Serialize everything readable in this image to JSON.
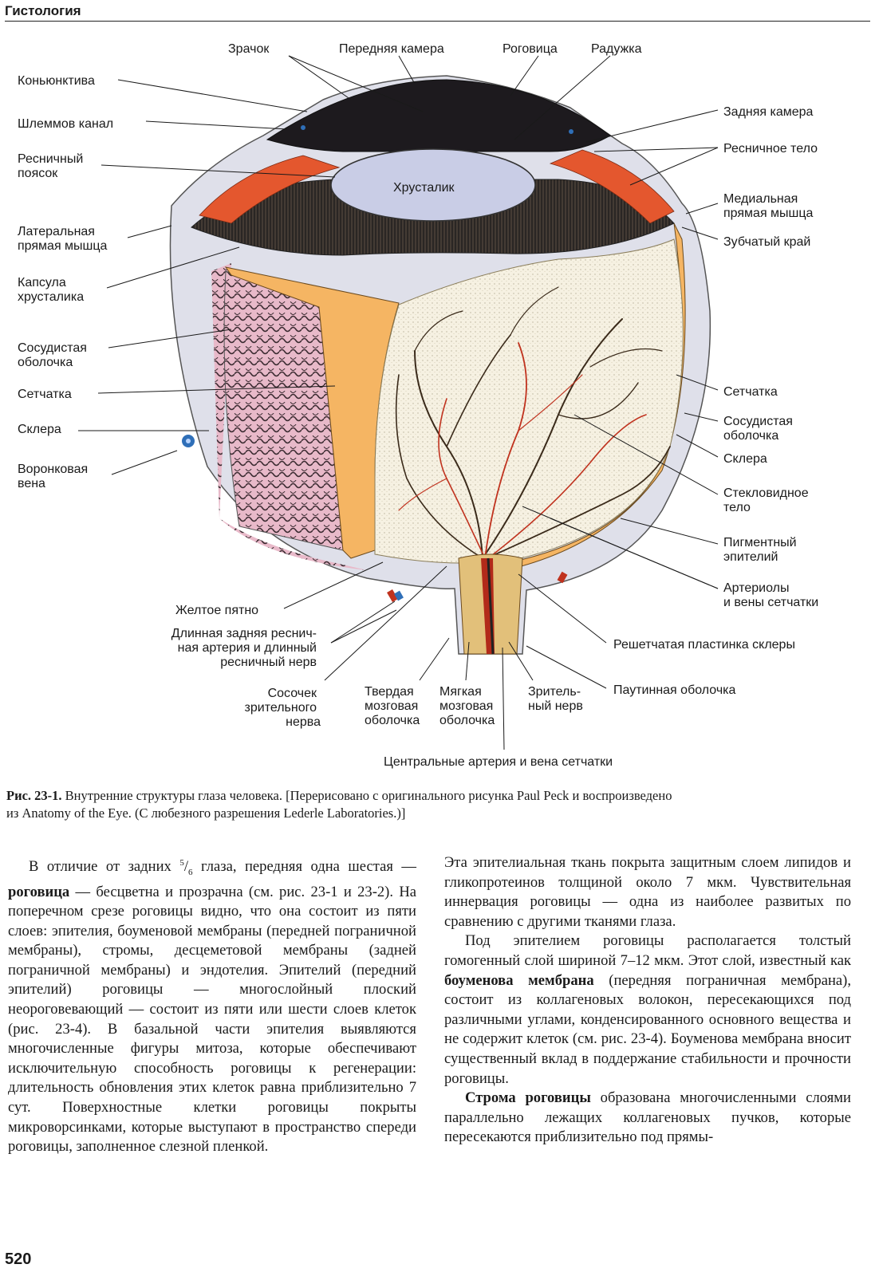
{
  "header": {
    "section": "Гистология"
  },
  "figure": {
    "labels": {
      "zrachok": "Зрачок",
      "perednyaya_kamera": "Передняя камера",
      "rogovitsa": "Роговица",
      "raduzhka": "Радужка",
      "konyunktiva": "Коньюнктива",
      "shlemmov_kanal": "Шлеммов канал",
      "resnichny_1": "Ресничный",
      "resnichny_2": "поясок",
      "khrustalik": "Хрусталик",
      "zadnyaya_kamera": "Задняя камера",
      "resnichnoe_telo": "Ресничное тело",
      "medialnaya_1": "Медиальная",
      "medialnaya_2": "прямая мышца",
      "lateralnaya_1": "Латеральная",
      "lateralnaya_2": "прямая мышца",
      "zubchaty_kray": "Зубчатый край",
      "kapsula_1": "Капсула",
      "kapsula_2": "хрусталика",
      "sosudistaya_l1": "Сосудистая",
      "sosudistaya_l2": "оболочка",
      "setchatka_l": "Сетчатка",
      "sklera_l": "Склера",
      "voronkovaya_1": "Воронковая",
      "voronkovaya_2": "вена",
      "setchatka_r": "Сетчатка",
      "sosudistaya_r1": "Сосудистая",
      "sosudistaya_r2": "оболочка",
      "sklera_r": "Склера",
      "steklovidnoe_1": "Стекловидное",
      "steklovidnoe_2": "тело",
      "pigmentny_1": "Пигментный",
      "pigmentny_2": "эпителий",
      "arteriol_1": "Артериолы",
      "arteriol_2": "и вены сетчатки",
      "zheltoe_pyatno": "Желтое пятно",
      "dlinnaya_1": "Длинная задняя реснич-",
      "dlinnaya_2": "ная артерия и длинный",
      "dlinnaya_3": "ресничный нерв",
      "reshetchataya": "Решетчатая пластинка склеры",
      "sosochek_1": "Сосочек",
      "sosochek_2": "зрительного",
      "sosochek_3": "нерва",
      "tverdaya_1": "Твердая",
      "tverdaya_2": "мозговая",
      "tverdaya_3": "оболочка",
      "myagkaya_1": "Мягкая",
      "myagkaya_2": "мозговая",
      "myagkaya_3": "оболочка",
      "zritelny_1": "Зритель-",
      "zritelny_2": "ный нерв",
      "pautinnaya": "Паутинная оболочка",
      "centralnye": "Центральные артерия и вена сетчатки"
    }
  },
  "caption": {
    "prefix": "Рис. 23-1.",
    "line1": " Внутренние структуры глаза человека. [Перерисовано с оригинального рисунка Paul Peck и воспроизведено",
    "line2": "из Anatomy of the Eye. (С любезного разрешения Lederle Laboratories.)]"
  },
  "left_column": {
    "p1_a": "В отличие от задних ",
    "frac_num": "5",
    "frac_den": "6",
    "p1_b": " глаза, передняя одна шестая — ",
    "term_rogovitsa": "роговица",
    "p1_c": " — бесцветна и прозрачна (см. рис. 23-1 и 23-2). На поперечном срезе роговицы видно, что она состоит из пяти слоев: эпителия, боуменовой мембраны (передней пограничной мембраны), стромы, десцеметовой мембраны (задней пограничной мембраны) и эндотелия. Эпителий (передний эпителий) роговицы — многослойный плоский неороговевающий — состоит из пяти или шести слоев клеток (рис. 23-4). В базальной части эпителия выявляются многочисленные фигуры митоза, которые обеспечивают исключительную способность роговицы к регенерации: длительность обновления этих клеток равна приблизительно 7 сут. Поверхностные клетки роговицы покрыты микроворсинками, которые выступают в пространство спереди роговицы, заполненное слезной пленкой."
  },
  "right_column": {
    "p1": "Эта эпителиальная ткань покрыта защитным слоем липидов и гликопротеинов толщиной около 7 мкм. Чувствительная иннервация роговицы — одна из наиболее развитых по сравнению с другими тканями глаза.",
    "p2_a": "Под эпителием роговицы располагается толстый гомогенный слой шириной 7–12 мкм. Этот слой, известный как ",
    "term_bouman": "боуменова мембрана",
    "p2_b": " (передняя пограничная мембрана), состоит из коллагеновых волокон, пересекающихся под различными углами, конденсированного основного вещества и не содержит клеток (см. рис. 23-4). Боуменова мембрана вносит существенный вклад в поддержание стабильности и прочности роговицы.",
    "term_stroma": "Строма роговицы",
    "p3_b": " образована многочисленными слоями параллельно лежащих коллагеновых пучков, которые пересекаются приблизительно под прямы-"
  },
  "page_number": "520"
}
